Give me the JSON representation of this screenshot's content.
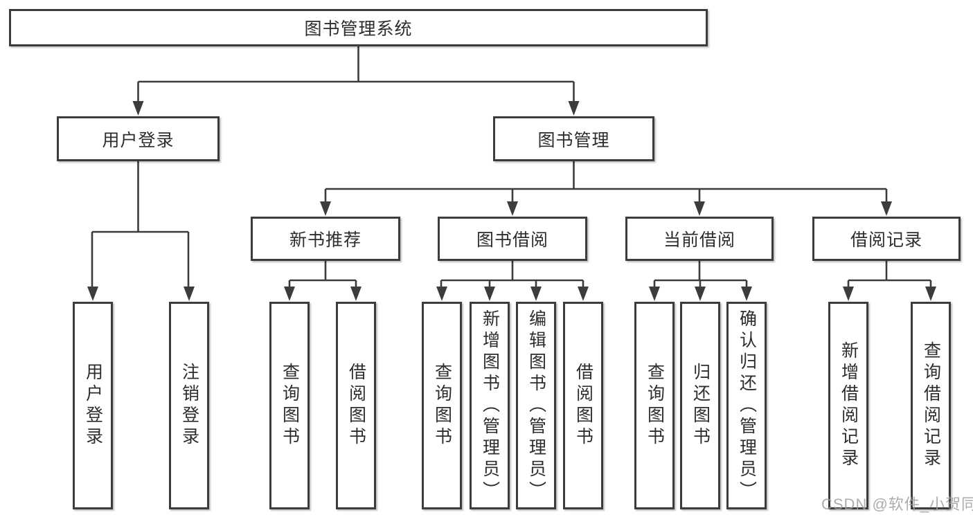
{
  "nodes": {
    "root": "图书管理系统",
    "user_login": "用户登录",
    "book_mgmt": "图书管理",
    "new_book": "新书推荐",
    "book_borrow": "图书借阅",
    "current_borrow": "当前借阅",
    "borrow_record": "借阅记录",
    "leaves": [
      "用户登录",
      "注销登录",
      "查询图书",
      "借阅图书",
      "查询图书",
      "新增图书（管理员）",
      "编辑图书（管理员）",
      "借阅图书",
      "查询图书",
      "归还图书",
      "确认归还（管理员）",
      "新增借阅记录",
      "查询借阅记录"
    ]
  },
  "watermark": "CSDN @软件_小贺同学",
  "colors": {
    "line": "#3c3c3c",
    "text": "#2d2d2d",
    "background": "#ffffff",
    "watermark": "#9e9ea1"
  }
}
